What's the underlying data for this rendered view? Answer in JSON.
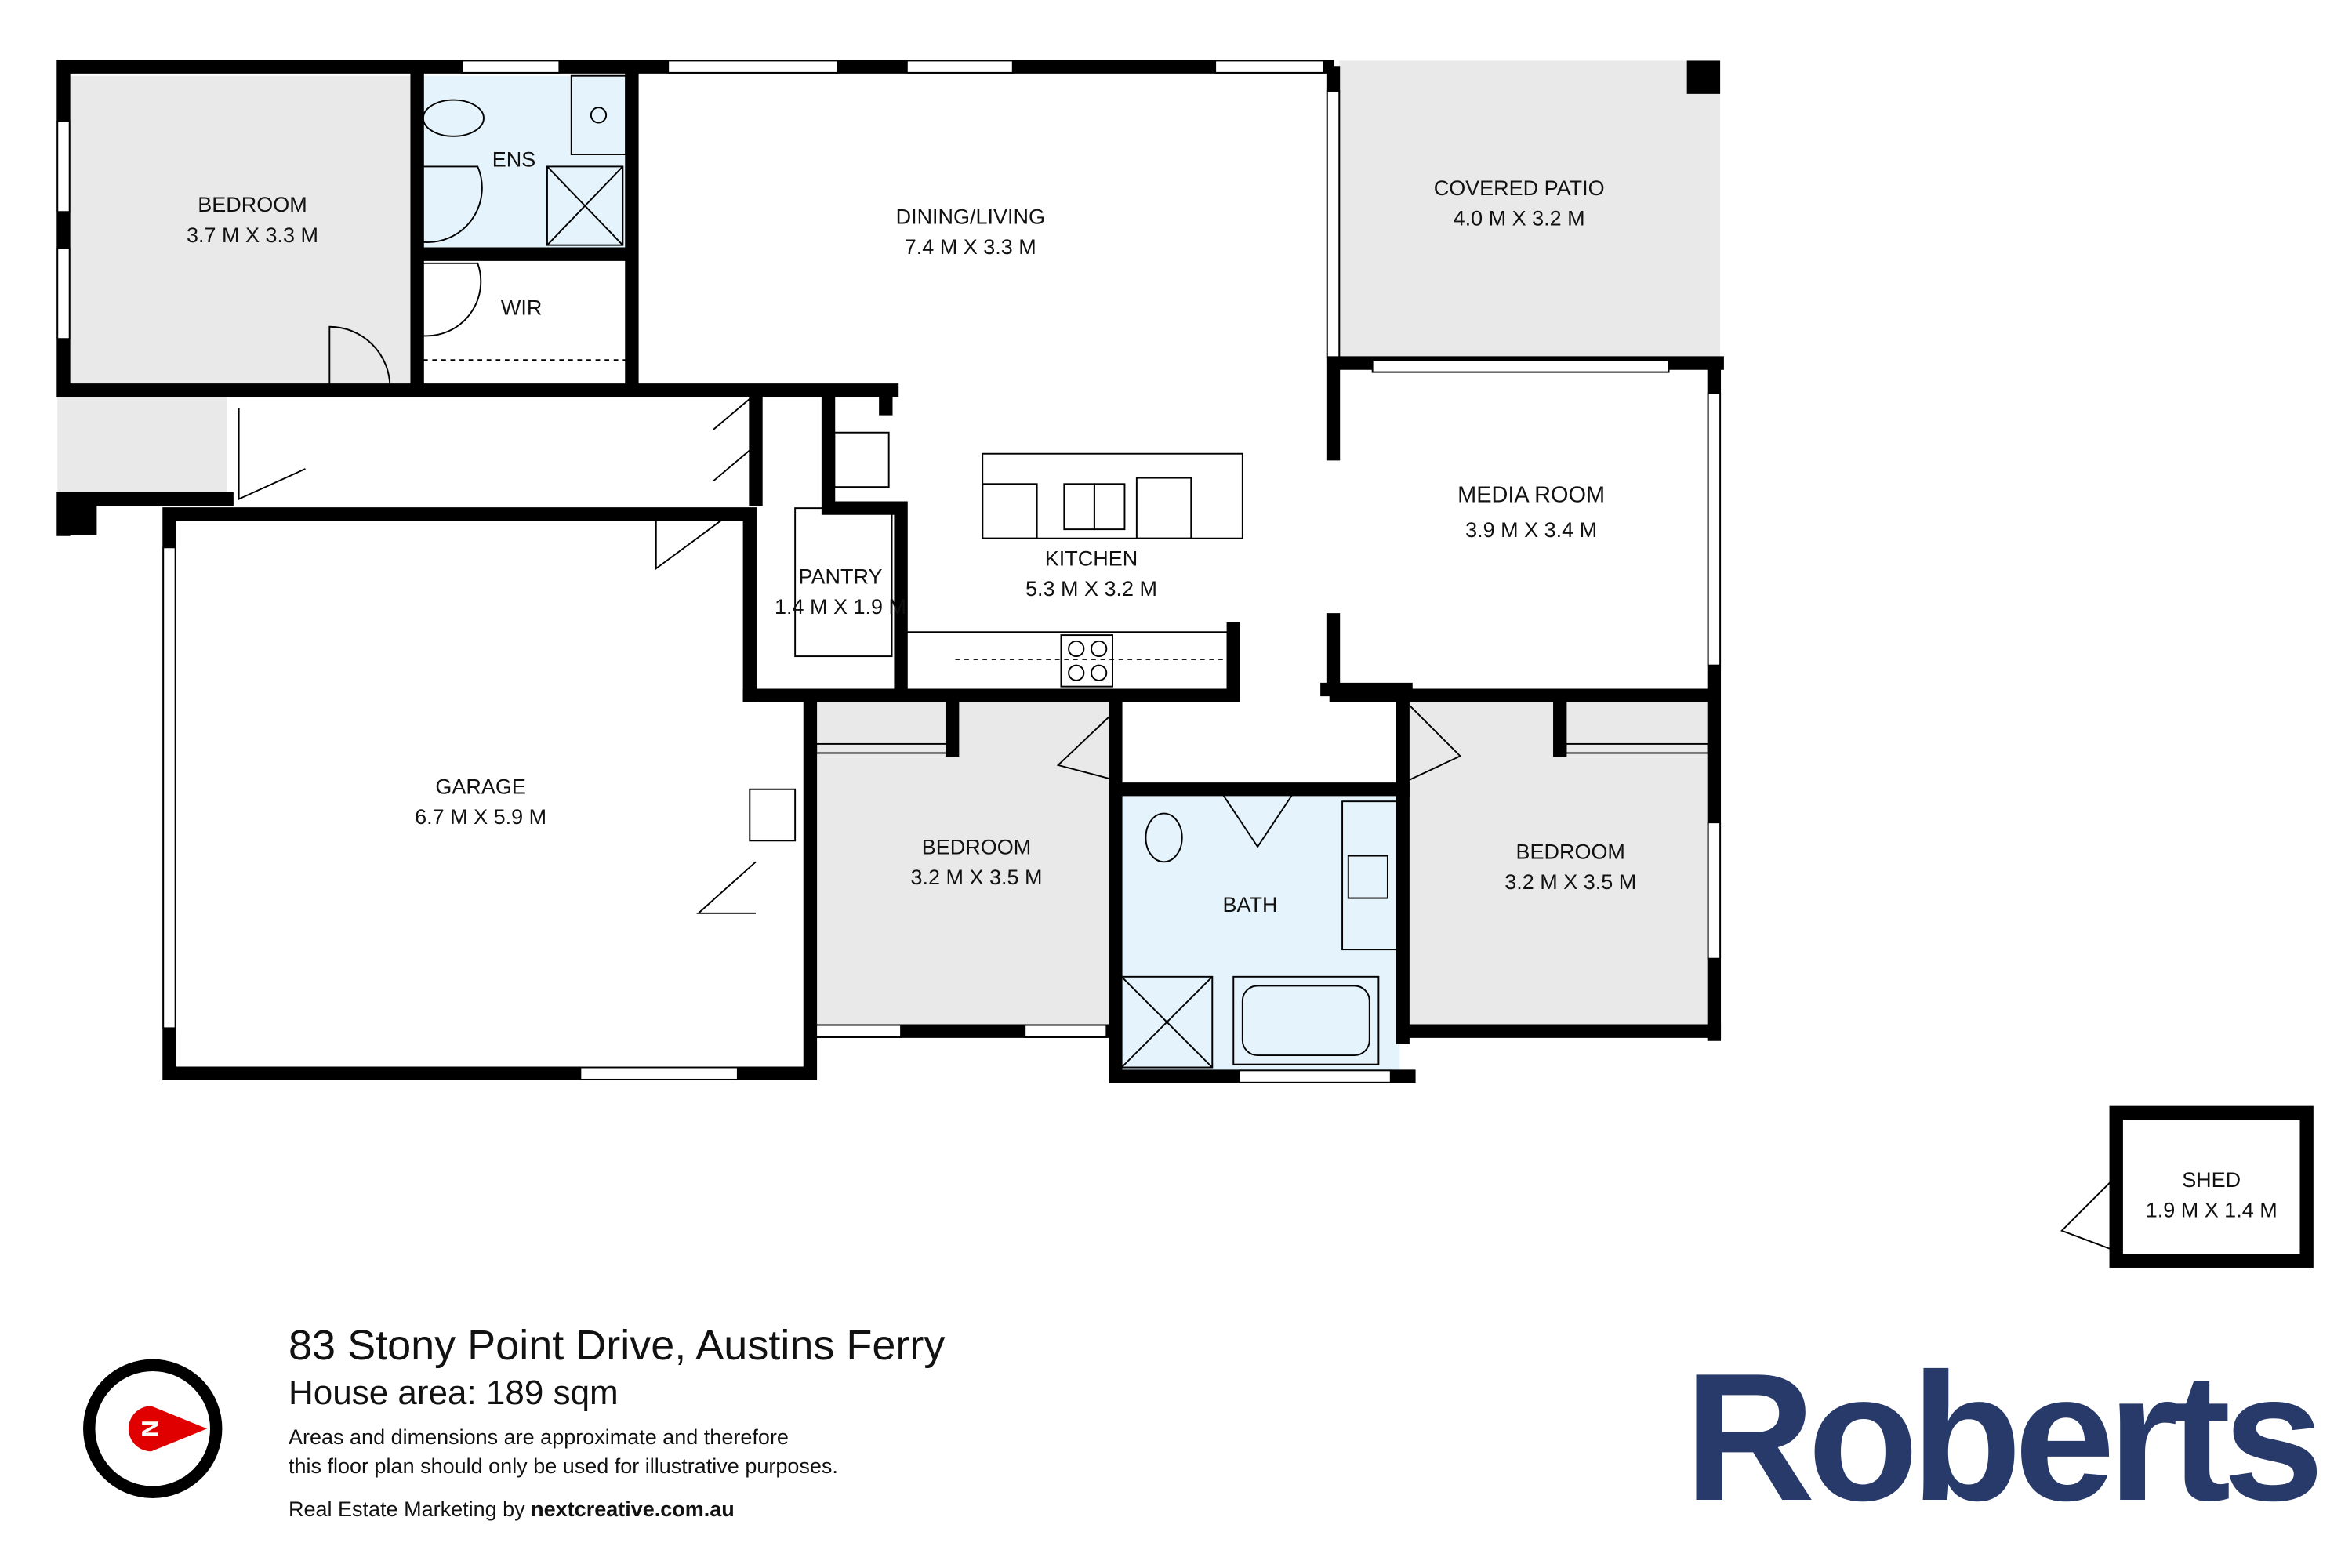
{
  "property": {
    "address": "83 Stony Point Drive, Austins Ferry",
    "house_area": "House area: 189 sqm",
    "disclaimer_line1": "Areas and dimensions are approximate and therefore",
    "disclaimer_line2": "this floor plan should only be used for illustrative purposes.",
    "credit_prefix": "Real Estate Marketing by ",
    "credit_site": "nextcreative.com.au"
  },
  "brand": {
    "name": "Roberts",
    "color": "#283a6a"
  },
  "compass": {
    "letter": "N",
    "color": "#e00000",
    "icon": "north-compass-icon"
  },
  "colors": {
    "room_grey": "#e9e9e9",
    "wet_area_blue": "#e4f3fc",
    "wall": "#000000"
  },
  "rooms": {
    "bedroom1": {
      "name": "BEDROOM",
      "size": "3.7 M X 3.3 M"
    },
    "ens": {
      "name": "ENS"
    },
    "wir": {
      "name": "WIR"
    },
    "dining": {
      "name": "DINING/LIVING",
      "size": "7.4 M X 3.3 M"
    },
    "patio": {
      "name": "COVERED PATIO",
      "size": "4.0 M X 3.2 M"
    },
    "media": {
      "name": "MEDIA ROOM",
      "size": "3.9 M X 3.4 M"
    },
    "kitchen": {
      "name": "KITCHEN",
      "size": "5.3 M X 3.2 M"
    },
    "pantry": {
      "name": "PANTRY",
      "size": "1.4 M X 1.9 M"
    },
    "garage": {
      "name": "GARAGE",
      "size": "6.7 M X 5.9 M"
    },
    "bedroom2": {
      "name": "BEDROOM",
      "size": "3.2 M X 3.5 M"
    },
    "bath": {
      "name": "BATH"
    },
    "bedroom3": {
      "name": "BEDROOM",
      "size": "3.2 M X 3.5 M"
    },
    "shed": {
      "name": "SHED",
      "size": "1.9 M X 1.4 M"
    }
  }
}
